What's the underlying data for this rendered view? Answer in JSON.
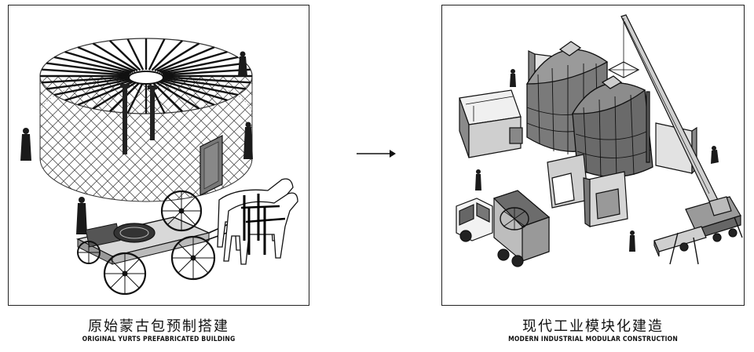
{
  "left": {
    "title_cn": "原始蒙古包预制搭建",
    "title_en": "ORIGINAL YURTS PREFABRICATED BUILDING"
  },
  "right": {
    "title_cn": "现代工业模块化建造",
    "title_en": "MODERN INDUSTRIAL MODULAR CONSTRUCTION"
  },
  "arrow_icon": "right-arrow-icon",
  "colors": {
    "line": "#111111",
    "fill_light": "#e6e6e6",
    "fill_dark": "#6f6f6f",
    "border": "#222222"
  }
}
